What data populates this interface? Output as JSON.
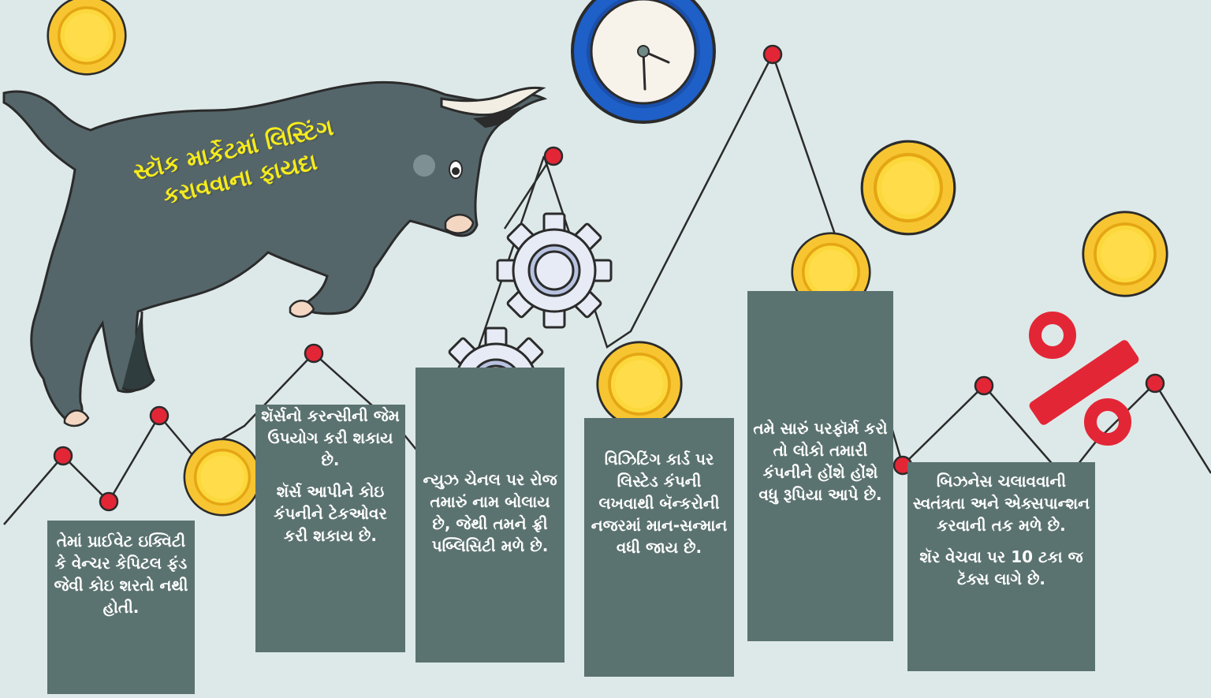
{
  "title": {
    "line1": "સ્ટૉક માર્કેટમાં લિસ્ટિંગ",
    "line2": "કરાવવાના ફાયદા"
  },
  "panels": [
    {
      "paragraphs": [
        "તેમાં પ્રાઈવેટ ઇક્વિટી કે વેન્ચર કેપિટલ ફંડ જેવી કોઇ શરતો નથી હોતી."
      ]
    },
    {
      "paragraphs": [
        "શૅર્સનો કરન્સીની જેમ ઉપયોગ કરી શકાય છે.",
        "શૅર્સ આપીને કોઇ કંપનીને ટેકઓવર કરી શકાય છે."
      ]
    },
    {
      "paragraphs": [
        "ન્યુઝ ચેનલ પર રોજ તમારું નામ બોલાય છે, જેથી તમને ફ્રી પબ્લિસિટી મળે છે."
      ]
    },
    {
      "paragraphs": [
        "વિઝિટિંગ કાર્ડ પર લિસ્ટેડ કંપની લખવાથી બૅન્કરોની નજરમાં માન-સન્માન વધી જાય છે."
      ]
    },
    {
      "paragraphs": [
        "તમે સારું પરફૉર્મ કરો તો લોકો તમારી કંપનીને હોંશે હોંશે વધુ રૂપિયા આપે છે."
      ]
    },
    {
      "paragraphs": [
        "બિઝનેસ ચલાવવાની સ્વતંત્રતા અને એક્સપાન્શન કરવાની તક મળે છે.",
        "શૅર વેચવા પર 10 ટકા જ ટૅક્સ લાગે છે."
      ]
    }
  ],
  "colors": {
    "background": "#dde9e8",
    "panel": "#5b7370",
    "title": "#f6ec1c",
    "coin": "#f7c531",
    "node": "#e32636",
    "bull": "#55666a",
    "percent": "#e32636",
    "clock_ring": "#1e5fc8",
    "gear": "#e6ebf5"
  },
  "icons": [
    "bull-illustration",
    "clock-icon",
    "gear-icon",
    "coin-icon",
    "percent-icon"
  ]
}
